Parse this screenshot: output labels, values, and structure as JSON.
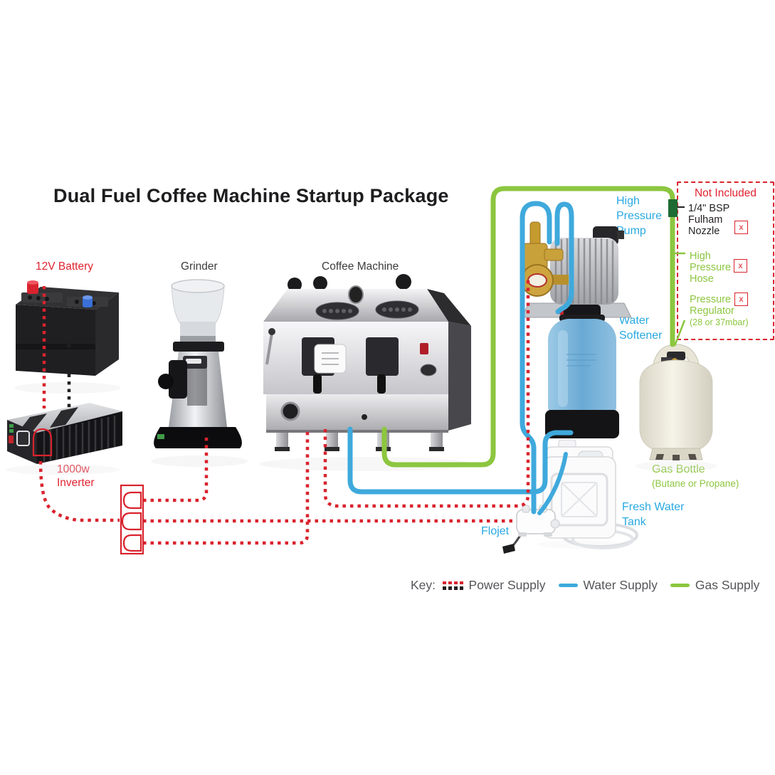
{
  "title": "Dual Fuel Coffee Machine Startup Package",
  "colors": {
    "power_red": "#d9232e",
    "power_black": "#231f20",
    "water_blue": "#3fa9dc",
    "gas_green": "#8cc63f",
    "label_red": "#e02330",
    "label_blue": "#29a9e1",
    "label_green": "#8cc63f",
    "text_dark": "#3c3c3e",
    "key_text": "#55565a",
    "nozzle_green": "#1e6b34"
  },
  "labels": {
    "battery": "12V Battery",
    "grinder": "Grinder",
    "coffee_machine": "Coffee Machine",
    "inverter_line1": "1000w",
    "inverter_line2": "Inverter",
    "pump_line1": "High",
    "pump_line2": "Pressure",
    "pump_line3": "Pump",
    "softener_line1": "Water",
    "softener_line2": "Softener",
    "gas_bottle": "Gas Bottle",
    "gas_bottle_sub": "(Butane or Propane)",
    "fresh_line1": "Fresh Water",
    "fresh_line2": "Tank",
    "flojet": "Flojet"
  },
  "not_included": {
    "title": "Not Included",
    "items": [
      {
        "lines": [
          "1/4\" BSP",
          "Fulham",
          "Nozzle"
        ],
        "x": "x"
      },
      {
        "lines": [
          "High",
          "Pressure",
          "Hose"
        ],
        "x": "x"
      },
      {
        "lines": [
          "Pressure",
          "Regulator",
          "(28 or 37mbar)"
        ],
        "x": "x"
      }
    ]
  },
  "key": {
    "label": "Key:",
    "entries": [
      {
        "name": "Power Supply",
        "type": "power"
      },
      {
        "name": "Water Supply",
        "type": "water"
      },
      {
        "name": "Gas Supply",
        "type": "gas"
      }
    ]
  }
}
